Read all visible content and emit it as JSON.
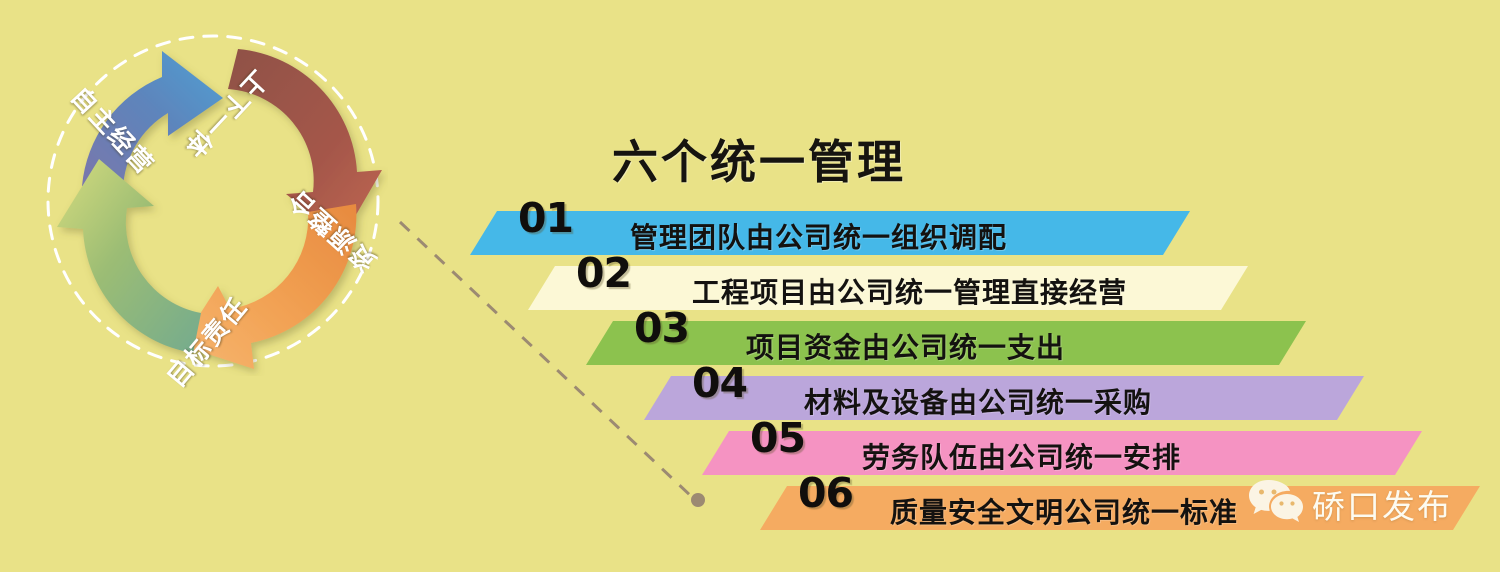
{
  "page": {
    "background_color": "#e9e287"
  },
  "cycle": {
    "name": "four-stage-cycle-diagram",
    "segments": [
      {
        "label": "自主经营",
        "color": "#5b7fb5",
        "position": "top-left"
      },
      {
        "label": "上下一体",
        "color": "#a0564a",
        "position": "top-right"
      },
      {
        "label": "资源整合",
        "color": "#ef9040",
        "position": "bottom-right"
      },
      {
        "label": "目标责任",
        "color": "#a8c06a",
        "position": "bottom-left"
      }
    ],
    "outer_dashed_ring_color": "#ffffff"
  },
  "header": {
    "title": "六个统一管理"
  },
  "bands": [
    {
      "number": "01",
      "text": "管理团队由公司统一组织调配",
      "color": "#45b8e8"
    },
    {
      "number": "02",
      "text": "工程项目由公司统一管理直接经营",
      "color": "#fcf8d6"
    },
    {
      "number": "03",
      "text": "项目资金由公司统一支出",
      "color": "#8cc24e"
    },
    {
      "number": "04",
      "text": "材料及设备由公司统一采购",
      "color": "#bba6db"
    },
    {
      "number": "05",
      "text": "劳务队伍由公司统一安排",
      "color": "#f593c2"
    },
    {
      "number": "06",
      "text": "质量安全文明公司统一标准",
      "color": "#f5ab61"
    }
  ],
  "connector": {
    "name": "dashed-leader-line",
    "color": "#9c8a72",
    "endpoint_dot_color": "#9c8a72"
  },
  "watermark": {
    "icon": "wechat-icon",
    "text": "硚口发布"
  }
}
